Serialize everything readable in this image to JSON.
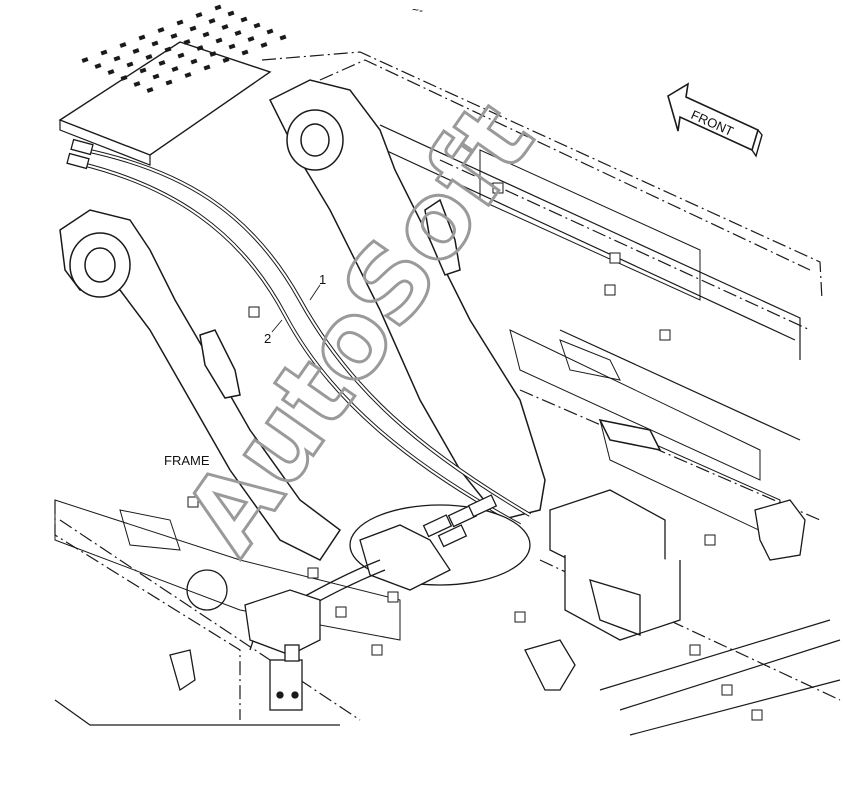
{
  "diagram": {
    "frame_label": "FRAME",
    "front_label": "FRONT",
    "top_mark": "~-",
    "callouts": [
      {
        "id": "1",
        "text": "1"
      },
      {
        "id": "2",
        "text": "2"
      }
    ],
    "watermark": "AutoSoft"
  },
  "colors": {
    "line": "#1a1a1a",
    "thin": "#333333",
    "watermark_stroke": "#9a9a9a",
    "background": "#ffffff"
  }
}
